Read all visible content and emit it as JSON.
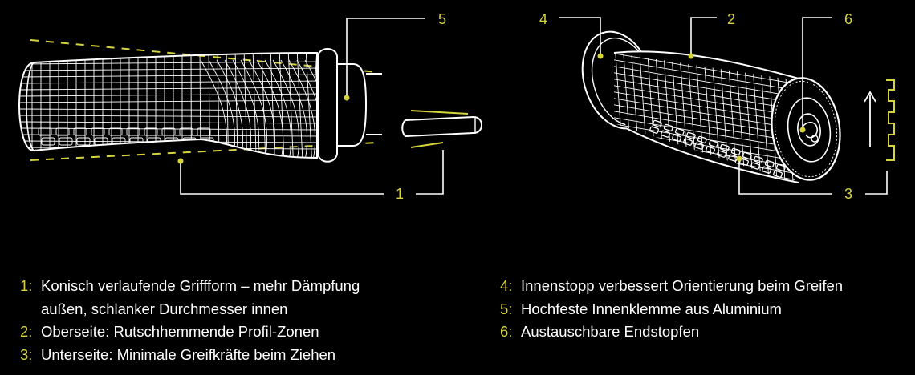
{
  "colors": {
    "accent": "#d6d43c",
    "line": "#ffffff",
    "background": "#000000"
  },
  "callouts": [
    {
      "id": "1",
      "label": "1"
    },
    {
      "id": "2",
      "label": "2"
    },
    {
      "id": "3",
      "label": "3"
    },
    {
      "id": "4",
      "label": "4"
    },
    {
      "id": "5",
      "label": "5"
    },
    {
      "id": "6",
      "label": "6"
    }
  ],
  "legend": {
    "left": [
      {
        "num": "1:",
        "lines": [
          "Konisch verlaufende Griffform – mehr Dämpfung",
          "außen, schlanker Durchmesser innen"
        ]
      },
      {
        "num": "2:",
        "lines": [
          "Oberseite: Rutschhemmende Profil-Zonen"
        ]
      },
      {
        "num": "3:",
        "lines": [
          "Unterseite: Minimale Greifkräfte beim Ziehen"
        ]
      }
    ],
    "right": [
      {
        "num": "4:",
        "lines": [
          "Innenstopp verbessert Orientierung beim Greifen"
        ]
      },
      {
        "num": "5:",
        "lines": [
          "Hochfeste Innenklemme aus Aluminium"
        ]
      },
      {
        "num": "6:",
        "lines": [
          "Austauschbare Endstopfen"
        ]
      }
    ]
  }
}
